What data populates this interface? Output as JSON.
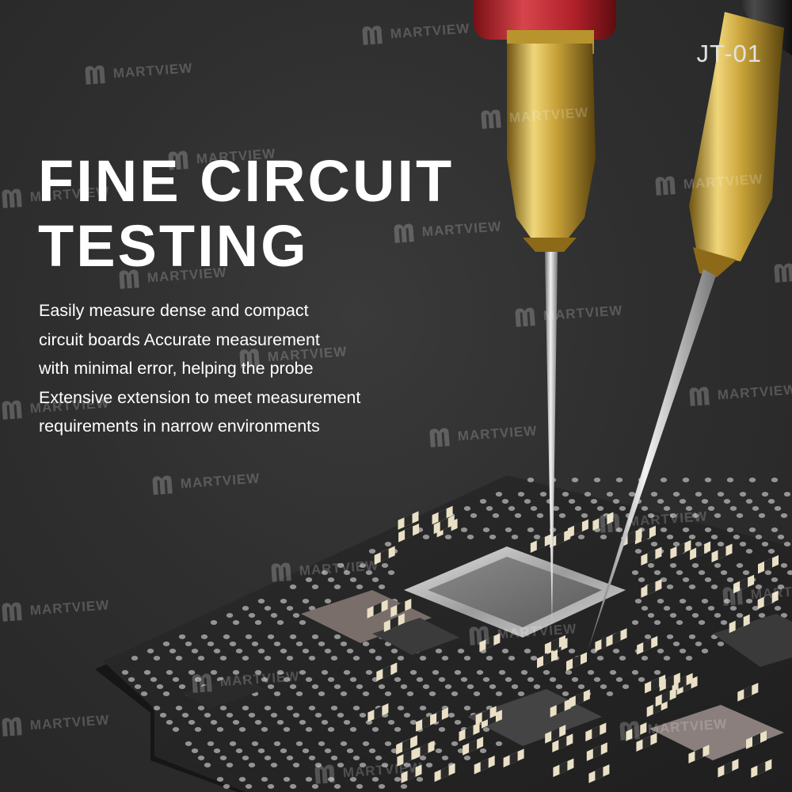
{
  "headline": {
    "line1": "FINE CIRCUIT",
    "line2": "TESTING"
  },
  "description": {
    "lines": [
      "Easily measure dense and compact",
      "circuit boards Accurate measurement",
      "with minimal error, helping the probe",
      "Extensive extension to meet measurement",
      "requirements in narrow environments"
    ]
  },
  "model": "JT-01",
  "watermark": {
    "text": "MARTVIEW",
    "icon": "martview-logo-icon"
  },
  "colors": {
    "background": "#2e2e2e",
    "probe_red": "#c42a33",
    "probe_black": "#1c1c1c",
    "gold": "#c9a33a",
    "pad": "#efe6cf"
  }
}
